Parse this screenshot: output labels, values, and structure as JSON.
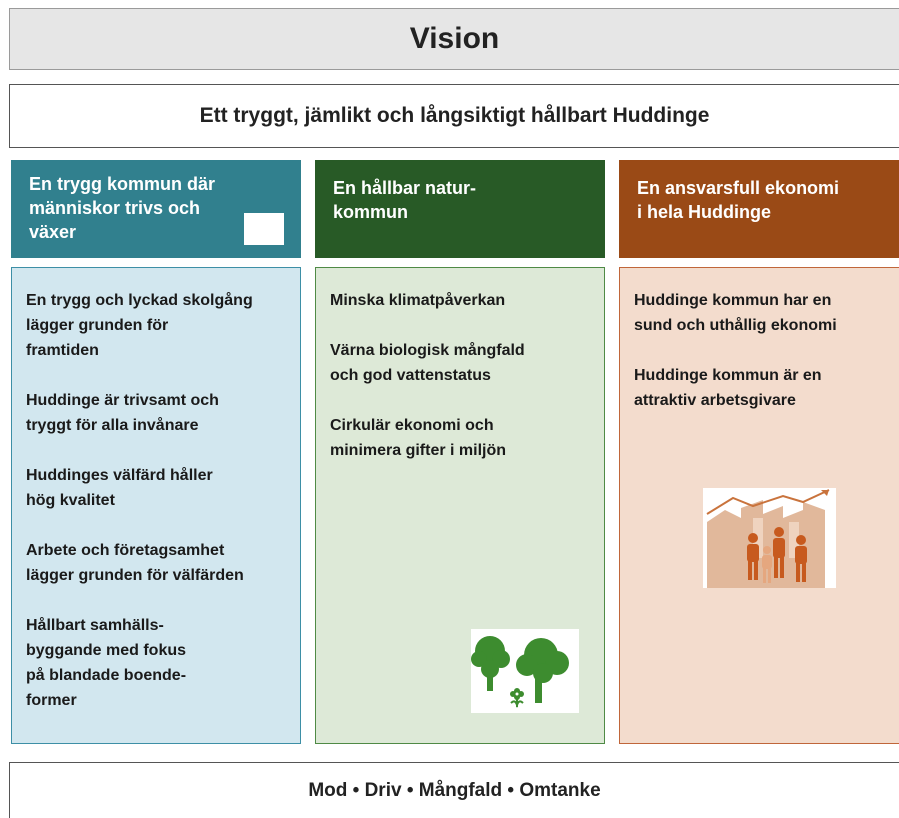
{
  "vision": {
    "title": "Vision"
  },
  "statement": {
    "text": "Ett tryggt, jämlikt och långsiktigt hållbart Huddinge"
  },
  "columns": [
    {
      "heading": [
        "En trygg kommun där",
        "människor trivs och",
        "växer"
      ],
      "color": "#31808e",
      "items": [
        [
          "En trygg och lyckad skolgång",
          "lägger grunden för",
          "framtiden"
        ],
        [
          "Huddinge är trivsamt och",
          "tryggt för alla invånare"
        ],
        [
          "Huddinges välfärd håller",
          "hög kvalitet"
        ],
        [
          "Arbete och företagsamhet",
          "lägger grunden för välfärden"
        ],
        [
          "Hållbart samhälls-",
          "byggande med fokus",
          "på blandade boende-",
          "former"
        ]
      ]
    },
    {
      "heading": [
        "En hållbar natur-",
        "kommun"
      ],
      "color": "#285a26",
      "items": [
        [
          "Minska klimatpåverkan"
        ],
        [
          "Värna biologisk mångfald",
          "och god vattenstatus"
        ],
        [
          "Cirkulär ekonomi och",
          "minimera gifter i miljön"
        ]
      ],
      "icon": "trees-flower-icon"
    },
    {
      "heading": [
        "En ansvarsfull ekonomi",
        "i hela Huddinge"
      ],
      "color": "#9a4a16",
      "items": [
        [
          "Huddinge kommun har en",
          "sund och uthållig ekonomi"
        ],
        [
          "Huddinge kommun är en",
          "attraktiv arbetsgivare"
        ]
      ],
      "icon": "people-city-growth-icon"
    }
  ],
  "values": {
    "text": "Mod • Driv • Mångfald • Omtanke"
  }
}
